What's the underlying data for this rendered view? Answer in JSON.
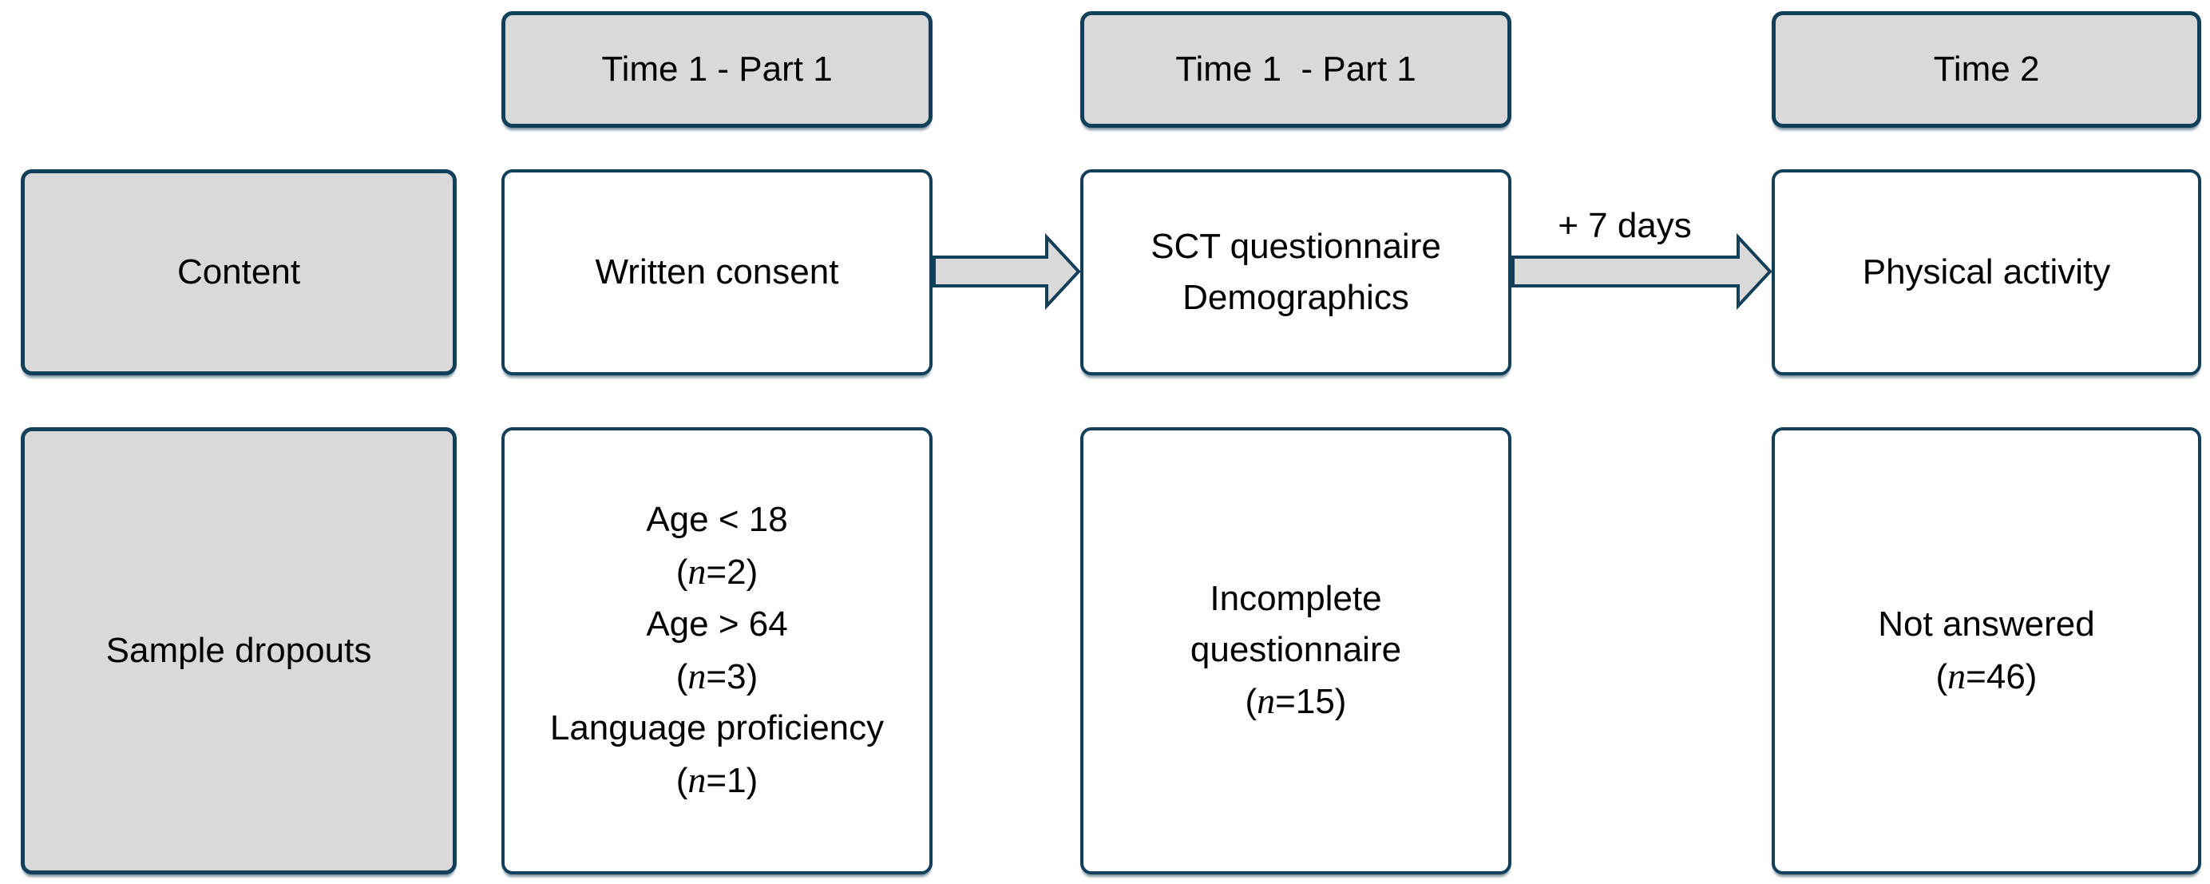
{
  "colors": {
    "border": "#123f5a",
    "box_fill_gray": "#d9d9d9",
    "arrow_fill": "#d9d9d9",
    "text": "#000000",
    "background": "#ffffff"
  },
  "headers": [
    {
      "label": "Time 1 - Part 1"
    },
    {
      "label": "Time 1  - Part 1"
    },
    {
      "label": "Time 2"
    }
  ],
  "row_labels": [
    {
      "label": "Content"
    },
    {
      "label": "Sample dropouts"
    }
  ],
  "content_row": [
    {
      "lines": [
        [
          "Written consent"
        ]
      ]
    },
    {
      "lines": [
        [
          "SCT questionnaire"
        ],
        [
          "Demographics"
        ]
      ]
    },
    {
      "lines": [
        [
          "Physical activity"
        ]
      ]
    }
  ],
  "dropout_row": [
    {
      "lines": [
        [
          "Age < 18"
        ],
        [
          "(",
          {
            "i": "n"
          },
          "=2)"
        ],
        [
          "Age > 64"
        ],
        [
          "(",
          {
            "i": "n"
          },
          "=3)"
        ],
        [
          "Language proficiency"
        ],
        [
          "(",
          {
            "i": "n"
          },
          "=1)"
        ]
      ]
    },
    {
      "lines": [
        [
          "Incomplete"
        ],
        [
          "questionnaire"
        ],
        [
          "(",
          {
            "i": "n"
          },
          "=15)"
        ]
      ]
    },
    {
      "lines": [
        [
          "Not answered"
        ],
        [
          "(",
          {
            "i": "n"
          },
          "=46)"
        ]
      ]
    }
  ],
  "arrows": {
    "plus_seven_days_label": "+ 7 days"
  }
}
